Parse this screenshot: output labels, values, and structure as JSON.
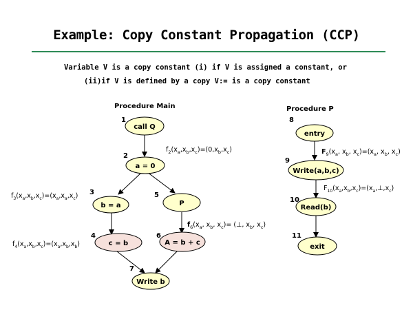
{
  "title": "Example: Copy Constant Propagation (CCP)",
  "colors": {
    "rule": "#2e8b57",
    "node_yellow": "#ffffcc",
    "node_pink": "#f6e1dc",
    "stroke": "#000000"
  },
  "description": {
    "line1": "Variable V is a copy constant (i) if V is assigned a constant, or",
    "line2": "(ii)if V is defined by a copy V:= is a copy constant"
  },
  "main": {
    "label": "Procedure Main",
    "nodes": [
      {
        "num": "1",
        "text": "call Q"
      },
      {
        "num": "2",
        "text": "a = 0"
      },
      {
        "num": "3",
        "text": "b = a"
      },
      {
        "num": "5",
        "text": "P"
      },
      {
        "num": "4",
        "text": "c = b"
      },
      {
        "num": "6",
        "text": "A = b + c"
      },
      {
        "num": "7",
        "text": "Write b"
      }
    ],
    "functions": {
      "f2": {
        "name": "f",
        "sub": "2",
        "a": "(x",
        "sa": "a",
        "b": ",x",
        "sb": "b",
        "c": ",x",
        "sc": "c",
        "eq": ")=(0,x",
        "r1": "b",
        "m": ",x",
        "r2": "c",
        "end": ")"
      },
      "f3": {
        "name": "f",
        "sub": "3",
        "a": "(x",
        "sa": "a",
        "b": ",x",
        "sb": "b",
        "c": ",x",
        "sc": "c",
        "eq": ")=(x",
        "r1": "a",
        "m1": ",x",
        "r2": "a",
        "m2": ",x",
        "r3": "c",
        "end": ")"
      },
      "f4": {
        "name": "f",
        "sub": "4",
        "a": "(x",
        "sa": "a",
        "b": ",x",
        "sb": "b",
        "c": ",x",
        "sc": "c",
        "eq": ")=(x",
        "r1": "a",
        "m1": ",x",
        "r2": "b",
        "m2": ",x",
        "r3": "b",
        "end": ")"
      },
      "f6": {
        "name": "f",
        "sub": "6",
        "a": "(x",
        "sa": "a",
        "b": ", x",
        "sb": "b",
        "c": ", x",
        "sc": "c",
        "eq": ")= (⊥, x",
        "r1": "b",
        "m": ", x",
        "r2": "c",
        "end": ")"
      }
    }
  },
  "p": {
    "label": "Procedure P",
    "nodes": [
      {
        "num": "8",
        "text": "entry"
      },
      {
        "num": "9",
        "text": "Write(a,b,c)"
      },
      {
        "num": "10",
        "text": "Read(b)"
      },
      {
        "num": "11",
        "text": "exit"
      }
    ],
    "functions": {
      "f9": {
        "name": "F",
        "sub": "9",
        "a": "(x",
        "sa": "a",
        "b": ", x",
        "sb": "b",
        "c": ", x",
        "sc": "c",
        "eq": ")=(x",
        "r1": "a",
        "m1": ", x",
        "r2": "b",
        "m2": ", x",
        "r3": "c",
        "end": ")"
      },
      "f10": {
        "name": "F",
        "sub": "10",
        "a": "(x",
        "sa": "a",
        "b": ",x",
        "sb": "b",
        "c": ",x",
        "sc": "c",
        "eq": ")=(x",
        "r1": "a",
        "m": ",⊥,x",
        "r2": "c",
        "end": ")"
      }
    }
  }
}
